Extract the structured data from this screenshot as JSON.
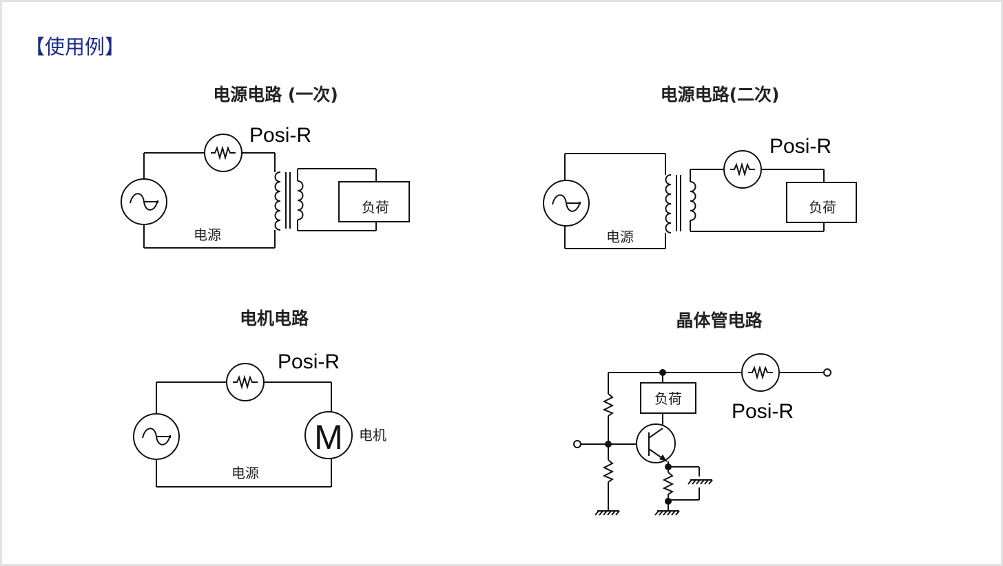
{
  "heading": "【使用例】",
  "circuits": {
    "primary": {
      "title": "电源电路 (一次)",
      "thermistor_label": "Posi-R",
      "source_label": "电源",
      "load_label": "负荷"
    },
    "secondary": {
      "title": "电源电路(二次)",
      "thermistor_label": "Posi-R",
      "source_label": "电源",
      "load_label": "负荷"
    },
    "motor": {
      "title": "电机电路",
      "thermistor_label": "Posi-R",
      "source_label": "电源",
      "motor_symbol": "M",
      "motor_label": "电机"
    },
    "transistor": {
      "title": "晶体管电路",
      "thermistor_label": "Posi-R",
      "load_label": "负荷"
    }
  },
  "colors": {
    "heading": "#1a2a8a",
    "line": "#111111",
    "background": "#ffffff",
    "frame": "#e2e2e2"
  }
}
